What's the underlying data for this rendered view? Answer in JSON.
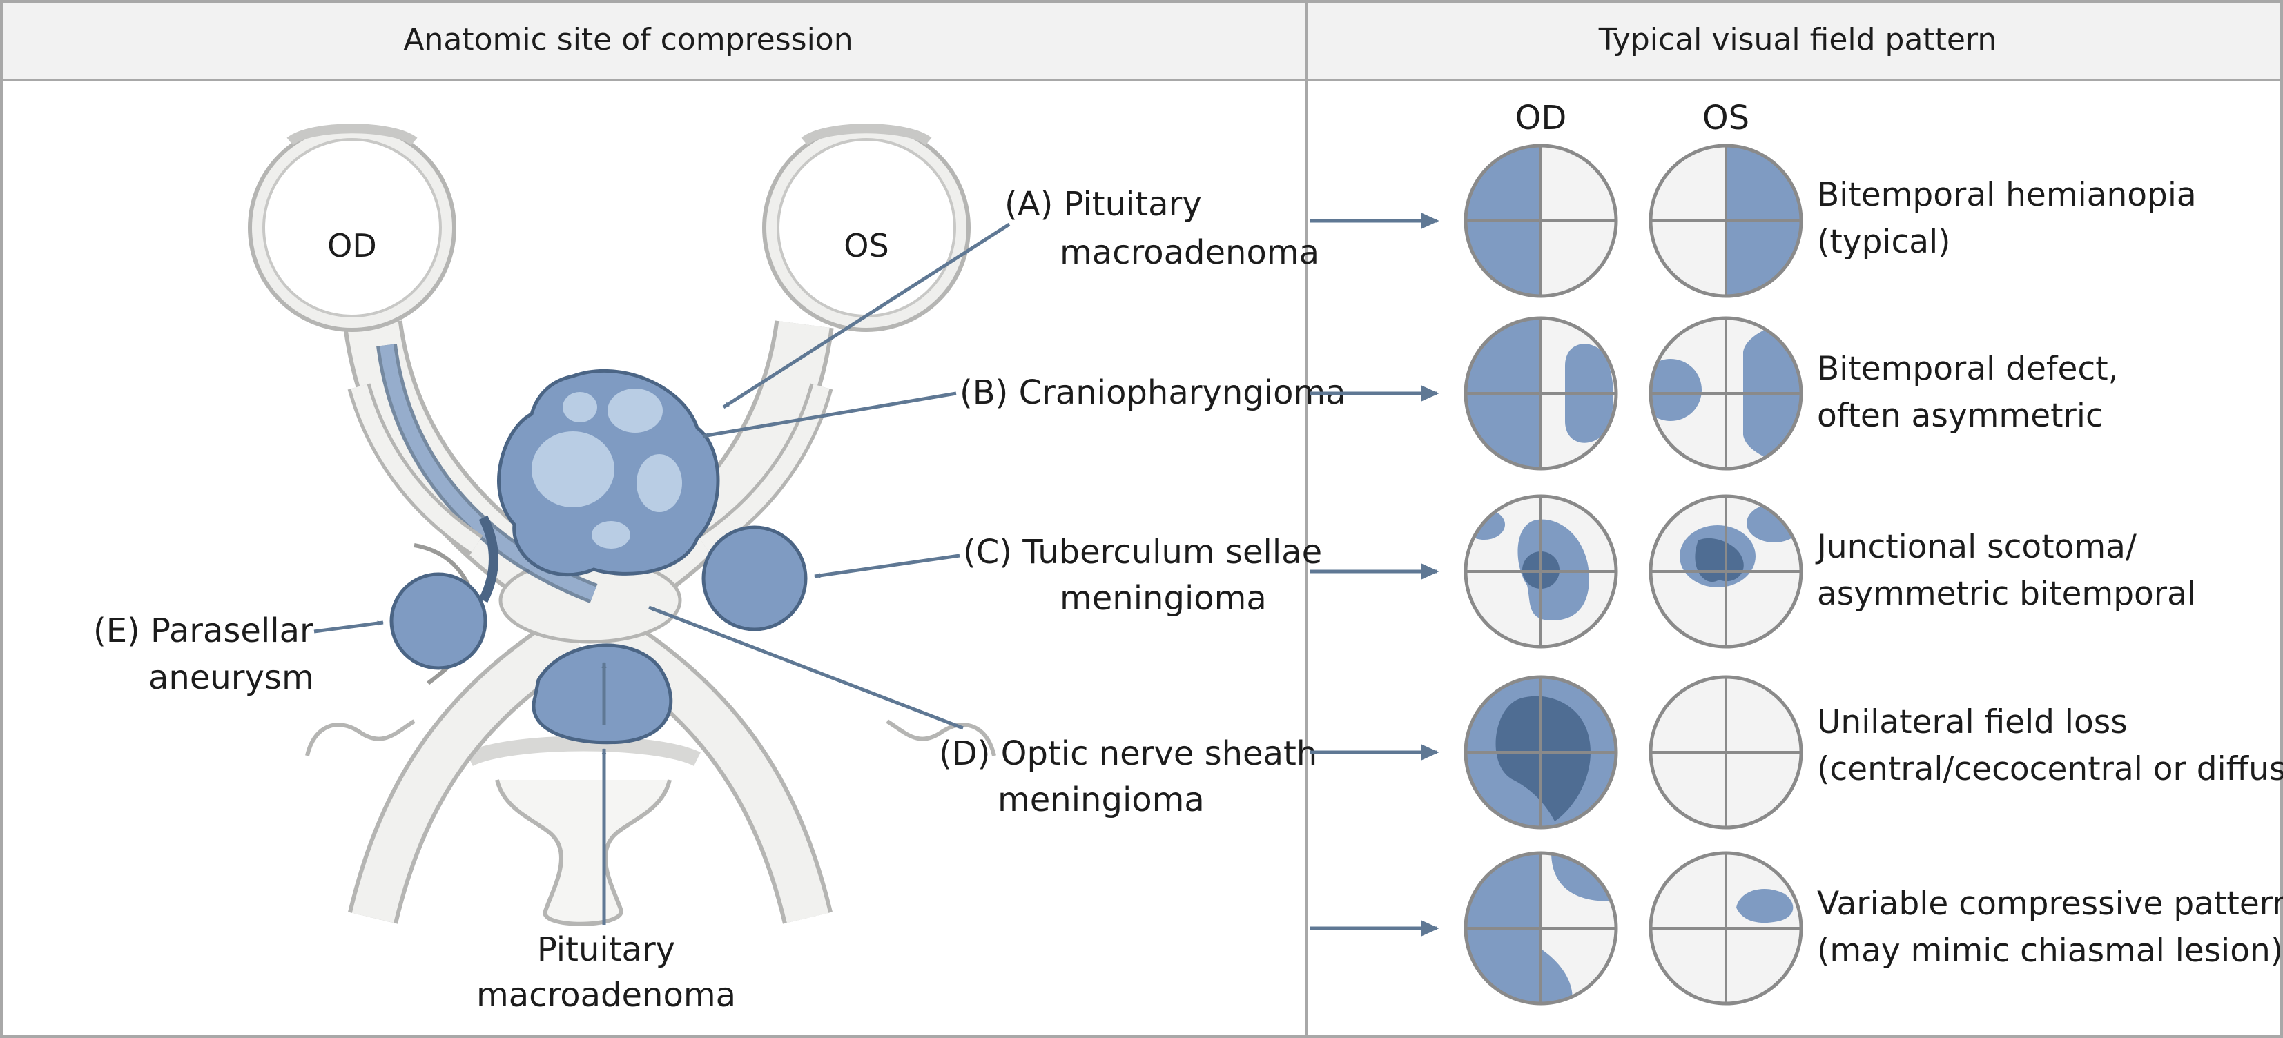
{
  "colors": {
    "lesion_fill": "#7f9bc2",
    "lesion_dark": "#4f6d93",
    "lesion_stroke": "#4b6585",
    "nerve_fill": "#f1f1ef",
    "nerve_stroke": "#b5b5b3",
    "arrow": "#5f7894",
    "header_bg": "#f2f2f2",
    "border": "#a8a8a8"
  },
  "headers": {
    "left": "Anatomic site of compression",
    "right": "Typical visual field pattern"
  },
  "anatomy": {
    "eye_right_label": "OD",
    "eye_left_label": "OS"
  },
  "labels": {
    "a_line1": "(A) Pituitary",
    "a_line2": "macroadenoma",
    "b": "(B) Craniopharyngioma",
    "c_line1": "(C) Tuberculum sellae",
    "c_line2": "meningioma",
    "d_line1": "(D) Optic nerve sheath",
    "d_line2": "meningioma",
    "e_line1": "(E) Parasellar",
    "e_line2": "aneurysm",
    "bottom_line1": "Pituitary",
    "bottom_line2": "macroadenoma"
  },
  "fields": {
    "col_od": "OD",
    "col_os": "OS",
    "rows": [
      {
        "line1": "Bitemporal hemianopia",
        "line2": "(typical)"
      },
      {
        "line1": "Bitemporal defect,",
        "line2": "often asymmetric"
      },
      {
        "line1": "Junctional scotoma/",
        "line2": "asymmetric bitemporal"
      },
      {
        "line1": "Unilateral field loss",
        "line2": "(central/cecocentral or diffuse)"
      },
      {
        "line1": "Variable compressive pattern",
        "line2": "(may mimic chiasmal lesion)"
      }
    ]
  }
}
